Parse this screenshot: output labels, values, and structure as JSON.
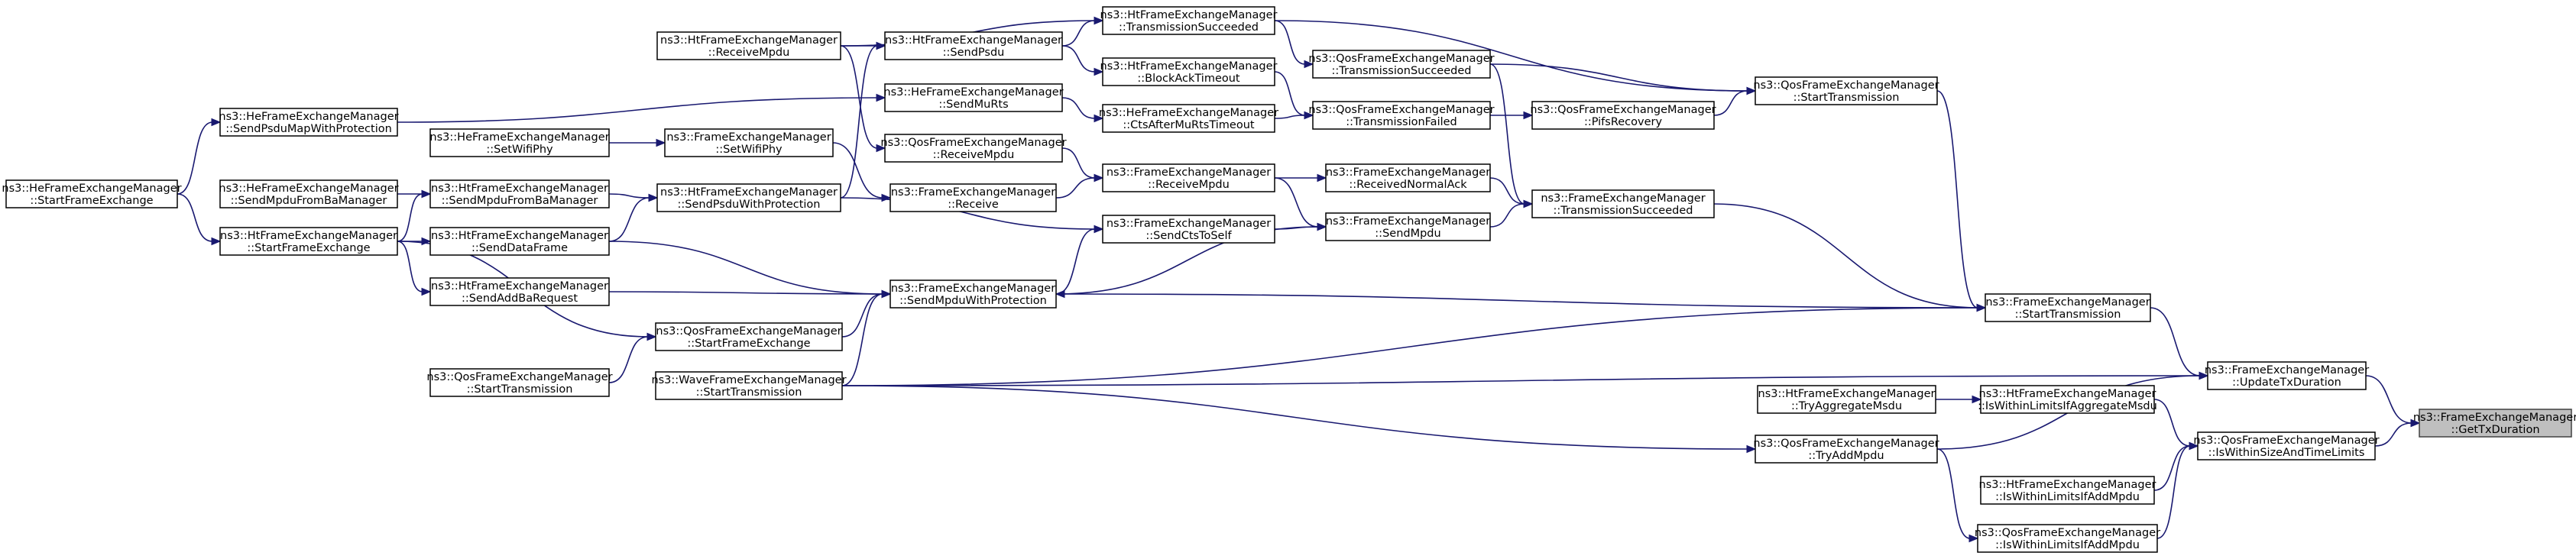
{
  "diagram": {
    "nodes": [
      {
        "id": "GetTxDuration",
        "line1": "ns3::FrameExchangeManager",
        "line2": "::GetTxDuration",
        "root": true
      },
      {
        "id": "UpdateTxDuration",
        "line1": "ns3::FrameExchangeManager",
        "line2": "::UpdateTxDuration"
      },
      {
        "id": "IsWithinSizeAndTimeLimits",
        "line1": "ns3::QosFrameExchangeManager",
        "line2": "::IsWithinSizeAndTimeLimits"
      },
      {
        "id": "StartTransmission_FEM",
        "line1": "ns3::FrameExchangeManager",
        "line2": "::StartTransmission"
      },
      {
        "id": "WaveStartTransmission",
        "line1": "ns3::WaveFrameExchangeManager",
        "line2": "::StartTransmission"
      },
      {
        "id": "Ht_IsWithinLimitsIfAggregateMsdu",
        "line1": "ns3::HtFrameExchangeManager",
        "line2": "::IsWithinLimitsIfAggregateMsdu"
      },
      {
        "id": "Ht_IsWithinLimitsIfAddMpdu",
        "line1": "ns3::HtFrameExchangeManager",
        "line2": "::IsWithinLimitsIfAddMpdu"
      },
      {
        "id": "Qos_IsWithinLimitsIfAddMpdu",
        "line1": "ns3::QosFrameExchangeManager",
        "line2": "::IsWithinLimitsIfAddMpdu"
      },
      {
        "id": "Qos_StartTransmission",
        "line1": "ns3::QosFrameExchangeManager",
        "line2": "::StartTransmission"
      },
      {
        "id": "SendMpduWithProtection",
        "line1": "ns3::FrameExchangeManager",
        "line2": "::SendMpduWithProtection"
      },
      {
        "id": "Ht_TryAggregateMsdu",
        "line1": "ns3::HtFrameExchangeManager",
        "line2": "::TryAggregateMsdu"
      },
      {
        "id": "Qos_TryAddMpdu",
        "line1": "ns3::QosFrameExchangeManager",
        "line2": "::TryAddMpdu"
      },
      {
        "id": "Qos_TransmissionSucceeded_mid",
        "line1": "ns3::QosFrameExchangeManager",
        "line2": "::TransmissionSucceeded"
      },
      {
        "id": "Qos_PifsRecovery",
        "line1": "ns3::QosFrameExchangeManager",
        "line2": "::PifsRecovery"
      },
      {
        "id": "FEM_TransmissionSucceeded",
        "line1": "ns3::FrameExchangeManager",
        "line2": "::TransmissionSucceeded"
      },
      {
        "id": "Ht_TransmissionSucceeded",
        "line1": "ns3::HtFrameExchangeManager",
        "line2": "::TransmissionSucceeded"
      },
      {
        "id": "Qos_TransmissionFailed",
        "line1": "ns3::QosFrameExchangeManager",
        "line2": "::TransmissionFailed"
      },
      {
        "id": "FEM_ReceivedNormalAck",
        "line1": "ns3::FrameExchangeManager",
        "line2": "::ReceivedNormalAck"
      },
      {
        "id": "FEM_SendMpdu",
        "line1": "ns3::FrameExchangeManager",
        "line2": "::SendMpdu"
      },
      {
        "id": "Ht_BlockAckTimeout",
        "line1": "ns3::HtFrameExchangeManager",
        "line2": "::BlockAckTimeout"
      },
      {
        "id": "He_CtsAfterMuRtsTimeout",
        "line1": "ns3::HeFrameExchangeManager",
        "line2": "::CtsAfterMuRtsTimeout"
      },
      {
        "id": "FEM_ReceiveMpdu",
        "line1": "ns3::FrameExchangeManager",
        "line2": "::ReceiveMpdu"
      },
      {
        "id": "FEM_SendCtsToSelf",
        "line1": "ns3::FrameExchangeManager",
        "line2": "::SendCtsToSelf"
      },
      {
        "id": "Ht_SendPsdu",
        "line1": "ns3::HtFrameExchangeManager",
        "line2": "::SendPsdu"
      },
      {
        "id": "He_SendMuRts",
        "line1": "ns3::HeFrameExchangeManager",
        "line2": "::SendMuRts"
      },
      {
        "id": "Qos_ReceiveMpdu",
        "line1": "ns3::QosFrameExchangeManager",
        "line2": "::ReceiveMpdu"
      },
      {
        "id": "FEM_Receive",
        "line1": "ns3::FrameExchangeManager",
        "line2": "::Receive"
      },
      {
        "id": "Qos_StartFrameExchange",
        "line1": "ns3::QosFrameExchangeManager",
        "line2": "::StartFrameExchange"
      },
      {
        "id": "Ht_ReceiveMpdu",
        "line1": "ns3::HtFrameExchangeManager",
        "line2": "::ReceiveMpdu"
      },
      {
        "id": "FEM_SetWifiPhy",
        "line1": "ns3::FrameExchangeManager",
        "line2": "::SetWifiPhy"
      },
      {
        "id": "Ht_SendPsduWithProtection",
        "line1": "ns3::HtFrameExchangeManager",
        "line2": "::SendPsduWithProtection"
      },
      {
        "id": "He_SetWifiPhy",
        "line1": "ns3::HeFrameExchangeManager",
        "line2": "::SetWifiPhy"
      },
      {
        "id": "Ht_SendMpduFromBaManager",
        "line1": "ns3::HtFrameExchangeManager",
        "line2": "::SendMpduFromBaManager"
      },
      {
        "id": "Ht_SendDataFrame",
        "line1": "ns3::HtFrameExchangeManager",
        "line2": "::SendDataFrame"
      },
      {
        "id": "Ht_SendAddBaRequest",
        "line1": "ns3::HtFrameExchangeManager",
        "line2": "::SendAddBaRequest"
      },
      {
        "id": "Qos_StartTransmission_left",
        "line1": "ns3::QosFrameExchangeManager",
        "line2": "::StartTransmission"
      },
      {
        "id": "He_SendPsduMapWithProtection",
        "line1": "ns3::HeFrameExchangeManager",
        "line2": "::SendPsduMapWithProtection"
      },
      {
        "id": "He_SendMpduFromBaManager",
        "line1": "ns3::HeFrameExchangeManager",
        "line2": "::SendMpduFromBaManager"
      },
      {
        "id": "Ht_StartFrameExchange",
        "line1": "ns3::HtFrameExchangeManager",
        "line2": "::StartFrameExchange"
      },
      {
        "id": "He_StartFrameExchange",
        "line1": "ns3::HeFrameExchangeManager",
        "line2": "::StartFrameExchange"
      }
    ],
    "edges": [
      {
        "from": "UpdateTxDuration",
        "to": "GetTxDuration"
      },
      {
        "from": "IsWithinSizeAndTimeLimits",
        "to": "GetTxDuration"
      },
      {
        "from": "StartTransmission_FEM",
        "to": "UpdateTxDuration"
      },
      {
        "from": "WaveStartTransmission",
        "to": "UpdateTxDuration"
      },
      {
        "from": "Qos_TryAddMpdu",
        "to": "UpdateTxDuration"
      },
      {
        "from": "Ht_IsWithinLimitsIfAggregateMsdu",
        "to": "IsWithinSizeAndTimeLimits"
      },
      {
        "from": "Ht_IsWithinLimitsIfAddMpdu",
        "to": "IsWithinSizeAndTimeLimits"
      },
      {
        "from": "Qos_IsWithinLimitsIfAddMpdu",
        "to": "IsWithinSizeAndTimeLimits"
      },
      {
        "from": "Ht_TryAggregateMsdu",
        "to": "Ht_IsWithinLimitsIfAggregateMsdu"
      },
      {
        "from": "Qos_TryAddMpdu",
        "to": "Qos_IsWithinLimitsIfAddMpdu"
      },
      {
        "from": "WaveStartTransmission",
        "to": "Qos_TryAddMpdu"
      },
      {
        "from": "Qos_StartTransmission",
        "to": "StartTransmission_FEM"
      },
      {
        "from": "FEM_TransmissionSucceeded",
        "to": "StartTransmission_FEM"
      },
      {
        "from": "WaveStartTransmission",
        "to": "StartTransmission_FEM"
      },
      {
        "from": "StartTransmission_FEM",
        "to": "SendMpduWithProtection"
      },
      {
        "from": "Ht_TransmissionSucceeded",
        "to": "Qos_StartTransmission"
      },
      {
        "from": "Qos_TransmissionSucceeded_mid",
        "to": "Qos_StartTransmission"
      },
      {
        "from": "Qos_PifsRecovery",
        "to": "Qos_StartTransmission"
      },
      {
        "from": "Qos_TransmissionFailed",
        "to": "Qos_PifsRecovery"
      },
      {
        "from": "Qos_TransmissionSucceeded_mid",
        "to": "FEM_TransmissionSucceeded"
      },
      {
        "from": "FEM_ReceivedNormalAck",
        "to": "FEM_TransmissionSucceeded"
      },
      {
        "from": "FEM_SendMpdu",
        "to": "FEM_TransmissionSucceeded"
      },
      {
        "from": "Ht_TransmissionSucceeded",
        "to": "Qos_TransmissionSucceeded_mid"
      },
      {
        "from": "Ht_BlockAckTimeout",
        "to": "Qos_TransmissionFailed"
      },
      {
        "from": "He_CtsAfterMuRtsTimeout",
        "to": "Qos_TransmissionFailed"
      },
      {
        "from": "FEM_ReceiveMpdu",
        "to": "FEM_ReceivedNormalAck"
      },
      {
        "from": "FEM_ReceiveMpdu",
        "to": "FEM_SendMpdu"
      },
      {
        "from": "FEM_SendCtsToSelf",
        "to": "FEM_SendMpdu"
      },
      {
        "from": "SendMpduWithProtection",
        "to": "FEM_SendMpdu"
      },
      {
        "from": "Ht_SendPsdu",
        "to": "Ht_TransmissionSucceeded"
      },
      {
        "from": "Ht_SendPsdu",
        "to": "Ht_BlockAckTimeout"
      },
      {
        "from": "He_SendMuRts",
        "to": "He_CtsAfterMuRtsTimeout"
      },
      {
        "from": "Qos_ReceiveMpdu",
        "to": "FEM_ReceiveMpdu"
      },
      {
        "from": "FEM_Receive",
        "to": "FEM_ReceiveMpdu"
      },
      {
        "from": "Ht_SendPsduWithProtection",
        "to": "FEM_SendCtsToSelf"
      },
      {
        "from": "SendMpduWithProtection",
        "to": "FEM_SendCtsToSelf"
      },
      {
        "from": "Ht_ReceiveMpdu",
        "to": "Ht_TransmissionSucceeded"
      },
      {
        "from": "Ht_ReceiveMpdu",
        "to": "Ht_SendPsdu"
      },
      {
        "from": "Ht_ReceiveMpdu",
        "to": "Qos_ReceiveMpdu"
      },
      {
        "from": "Ht_SendPsduWithProtection",
        "to": "Ht_SendPsdu"
      },
      {
        "from": "FEM_SetWifiPhy",
        "to": "FEM_Receive"
      },
      {
        "from": "He_SendPsduMapWithProtection",
        "to": "He_SendMuRts"
      },
      {
        "from": "Ht_SendDataFrame",
        "to": "SendMpduWithProtection"
      },
      {
        "from": "Ht_SendAddBaRequest",
        "to": "SendMpduWithProtection"
      },
      {
        "from": "Qos_StartFrameExchange",
        "to": "SendMpduWithProtection"
      },
      {
        "from": "WaveStartTransmission",
        "to": "SendMpduWithProtection"
      },
      {
        "from": "He_SetWifiPhy",
        "to": "FEM_SetWifiPhy"
      },
      {
        "from": "Ht_SendMpduFromBaManager",
        "to": "Ht_SendPsduWithProtection"
      },
      {
        "from": "Ht_SendDataFrame",
        "to": "Ht_SendPsduWithProtection"
      },
      {
        "from": "He_SendMpduFromBaManager",
        "to": "Ht_SendMpduFromBaManager"
      },
      {
        "from": "Ht_StartFrameExchange",
        "to": "Ht_SendMpduFromBaManager"
      },
      {
        "from": "Ht_StartFrameExchange",
        "to": "Ht_SendDataFrame"
      },
      {
        "from": "Ht_StartFrameExchange",
        "to": "Ht_SendAddBaRequest"
      },
      {
        "from": "Ht_StartFrameExchange",
        "to": "Qos_StartFrameExchange"
      },
      {
        "from": "Qos_StartTransmission_left",
        "to": "Qos_StartFrameExchange"
      },
      {
        "from": "He_StartFrameExchange",
        "to": "He_SendPsduMapWithProtection"
      },
      {
        "from": "He_StartFrameExchange",
        "to": "Ht_StartFrameExchange"
      }
    ]
  }
}
